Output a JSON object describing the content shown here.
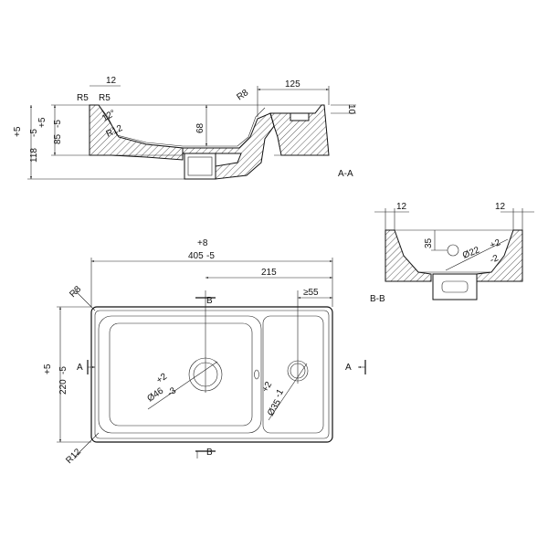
{
  "section_aa": {
    "title": "A-A",
    "dims": {
      "d12": "12",
      "d125": "125",
      "d10": "10",
      "r5a": "R5",
      "r5b": "R5",
      "r8": "R8",
      "ang": "12°",
      "r12": "R12",
      "d68": "68",
      "d85": "85",
      "d85tol_top": "+5",
      "d85tol_bot": "-5",
      "d118": "118",
      "d118tol_top": "+5",
      "d118tol_bot": "-5"
    }
  },
  "section_bb": {
    "title": "B-B",
    "dims": {
      "d12l": "12",
      "d12r": "12",
      "d35": "35",
      "dia22": "Ø22",
      "dia22tol_top": "+2",
      "dia22tol_bot": "-2"
    }
  },
  "plan": {
    "dims": {
      "w405tol_top": "+8",
      "w405": "405",
      "w405tol_bot": "-5",
      "d215": "215",
      "dge55": "≥55",
      "r8": "R8",
      "r12": "R12",
      "h220": "220",
      "h220tol_top": "+5",
      "h220tol_bot": "-5",
      "dia46": "Ø46",
      "dia46tol_top": "+2",
      "dia46tol_bot": "-3",
      "dia35": "Ø35",
      "dia35tol_top": "+2",
      "dia35tol_bot": "-1"
    },
    "markers": {
      "a_left": "A",
      "a_right": "A",
      "b_top": "B",
      "b_bottom": "B"
    }
  }
}
